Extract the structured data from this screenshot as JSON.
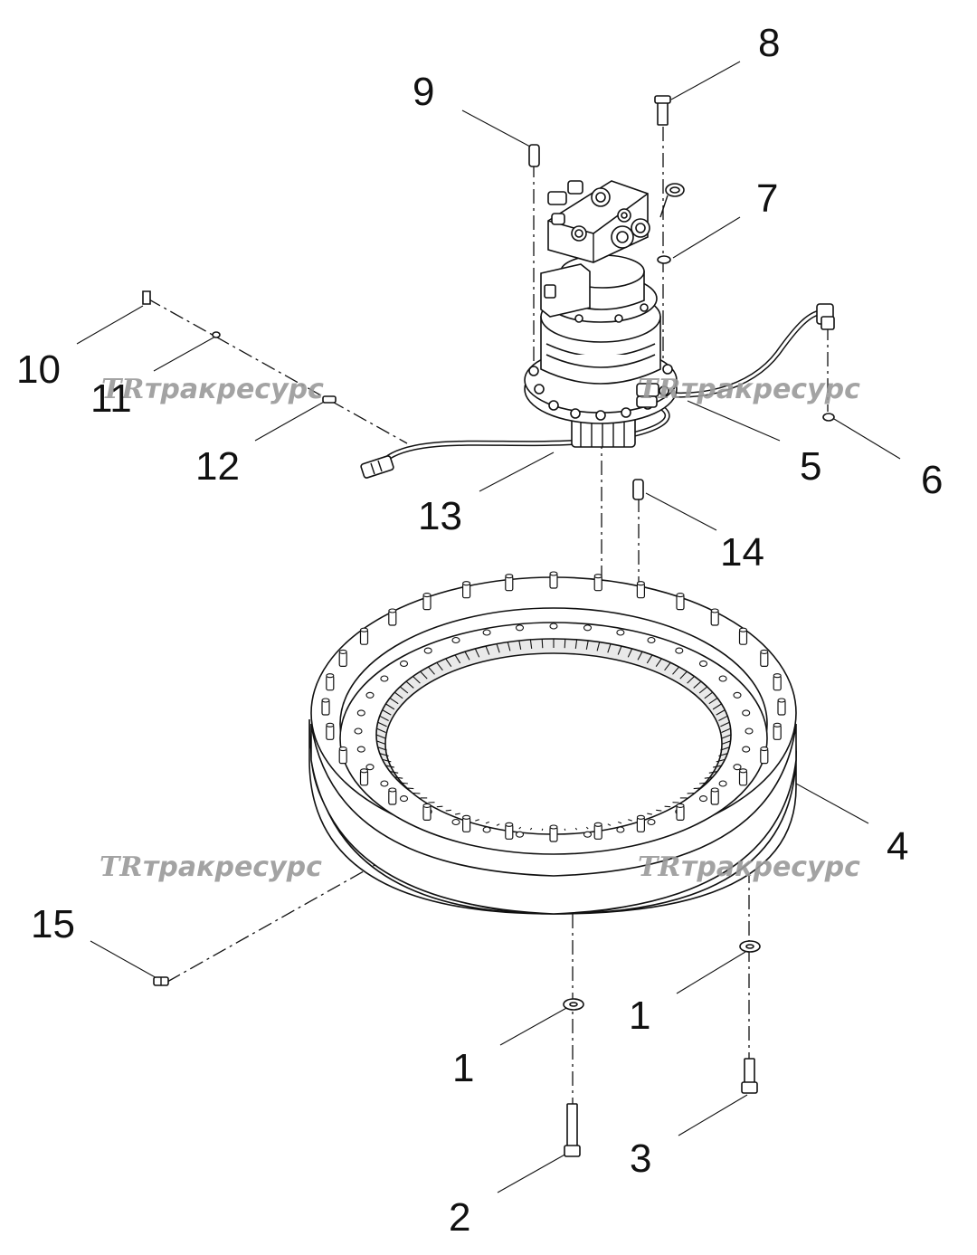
{
  "callouts": [
    {
      "id": "c8",
      "text": "8"
    },
    {
      "id": "c9",
      "text": "9"
    },
    {
      "id": "c7",
      "text": "7"
    },
    {
      "id": "c10",
      "text": "10"
    },
    {
      "id": "c11",
      "text": "11"
    },
    {
      "id": "c12",
      "text": "12"
    },
    {
      "id": "c13",
      "text": "13"
    },
    {
      "id": "c5",
      "text": "5"
    },
    {
      "id": "c6",
      "text": "6"
    },
    {
      "id": "c14",
      "text": "14"
    },
    {
      "id": "c4",
      "text": "4"
    },
    {
      "id": "c15",
      "text": "15"
    },
    {
      "id": "c1a",
      "text": "1"
    },
    {
      "id": "c1b",
      "text": "1"
    },
    {
      "id": "c3",
      "text": "3"
    },
    {
      "id": "c2",
      "text": "2"
    }
  ],
  "watermark": {
    "logo": "TR",
    "text": "тракресурс",
    "color": "#9a9a9a"
  },
  "colors": {
    "ink": "#111111",
    "background": "#ffffff"
  }
}
